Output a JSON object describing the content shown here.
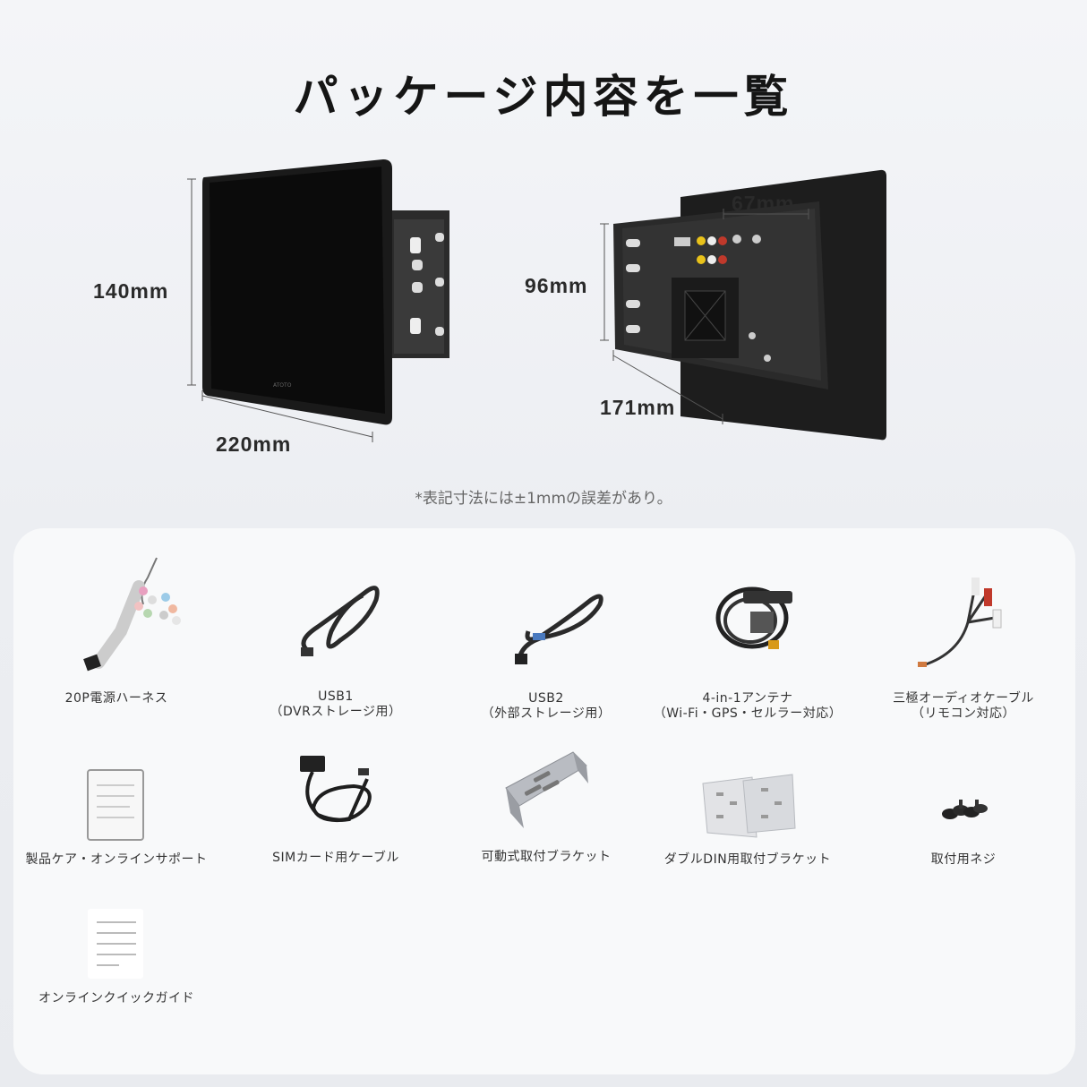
{
  "title": "パッケージ内容を一覧",
  "dimensions": {
    "front_height": "140mm",
    "front_width": "220mm",
    "back_width_top": "67mm",
    "back_height": "96mm",
    "back_depth": "171mm"
  },
  "note": "*表記寸法には±1mmの誤差があり。",
  "items": [
    {
      "label": "20P電源ハーネス",
      "sub": "",
      "icon": "harness-icon"
    },
    {
      "label": "USB1",
      "sub": "（DVRストレージ用）",
      "icon": "usb-cable-icon"
    },
    {
      "label": "USB2",
      "sub": "（外部ストレージ用）",
      "icon": "usb-cable-icon"
    },
    {
      "label": "4-in-1アンテナ",
      "sub": "（Wi-Fi・GPS・セルラー対応）",
      "icon": "antenna-icon"
    },
    {
      "label": "三極オーディオケーブル",
      "sub": "（リモコン対応）",
      "icon": "rca-cable-icon"
    },
    {
      "label": "製品ケア・オンラインサポート",
      "sub": "",
      "icon": "document-icon"
    },
    {
      "label": "SIMカード用ケーブル",
      "sub": "",
      "icon": "sim-cable-icon"
    },
    {
      "label": "可動式取付ブラケット",
      "sub": "",
      "icon": "bracket-icon"
    },
    {
      "label": "ダブルDIN用取付ブラケット",
      "sub": "",
      "icon": "din-bracket-icon"
    },
    {
      "label": "取付用ネジ",
      "sub": "",
      "icon": "screws-icon"
    },
    {
      "label": "オンラインクイックガイド",
      "sub": "",
      "icon": "guide-icon"
    }
  ]
}
